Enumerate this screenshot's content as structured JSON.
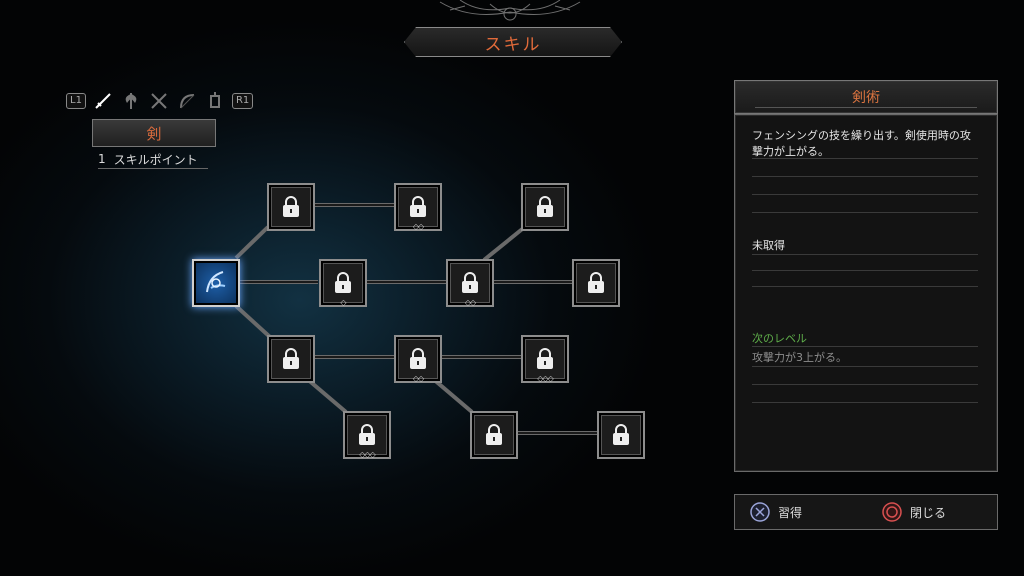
{
  "screen_title": "スキル",
  "weapon_selector": {
    "left_button": "L1",
    "right_button": "R1",
    "icons": [
      "sword-icon",
      "axe-icon",
      "crossed-blades-icon",
      "bow-icon",
      "lantern-icon"
    ],
    "selected_weapon": "剣",
    "skill_points_count": "1",
    "skill_points_label": "スキルポイント"
  },
  "skill_tree": {
    "nodes": [
      {
        "id": "root",
        "state": "unlocked",
        "pips": 0
      },
      {
        "id": "a1",
        "state": "locked",
        "pips": 0
      },
      {
        "id": "a2",
        "state": "locked",
        "pips": 2
      },
      {
        "id": "a3",
        "state": "locked",
        "pips": 0
      },
      {
        "id": "b1",
        "state": "locked",
        "pips": 1
      },
      {
        "id": "b2",
        "state": "locked",
        "pips": 2
      },
      {
        "id": "b3",
        "state": "locked",
        "pips": 0
      },
      {
        "id": "c1",
        "state": "locked",
        "pips": 0
      },
      {
        "id": "c2",
        "state": "locked",
        "pips": 2
      },
      {
        "id": "c3",
        "state": "locked",
        "pips": 3
      },
      {
        "id": "d1",
        "state": "locked",
        "pips": 3
      },
      {
        "id": "d2",
        "state": "locked",
        "pips": 0
      },
      {
        "id": "d3",
        "state": "locked",
        "pips": 0
      }
    ]
  },
  "info": {
    "title": "剣術",
    "description": "フェンシングの技を繰り出す。剣使用時の攻撃力が上がる。",
    "status": "未取得",
    "next_level_label": "次のレベル",
    "next_level_text": "攻撃力が3上がる。",
    "colors": {
      "accent": "#d9733f",
      "next_level": "#5fae4a",
      "active_node": "#1e5fa8"
    }
  },
  "footer": {
    "learn_label": "習得",
    "close_label": "閉じる",
    "learn_icon": "cross-button-icon",
    "close_icon": "circle-button-icon"
  }
}
